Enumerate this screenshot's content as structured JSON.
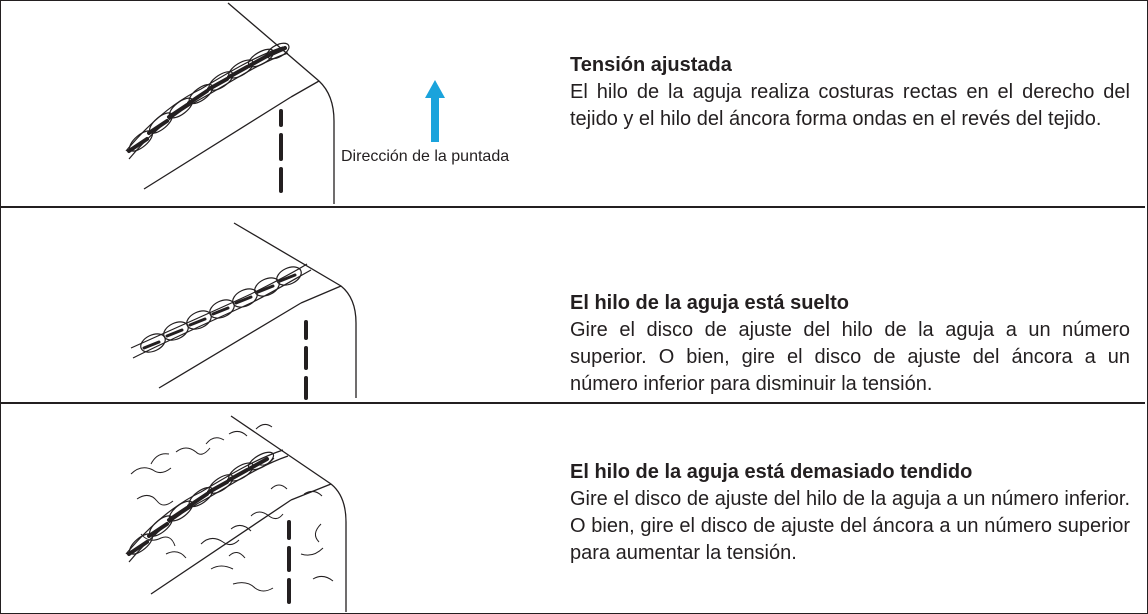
{
  "rows": [
    {
      "title": "Tensión ajustada",
      "body": "El hilo de la aguja realiza costuras rectas en el derecho del tejido y el hilo del áncora forma ondas en el revés del tejido."
    },
    {
      "title": "El hilo de la aguja está suelto",
      "body": "Gire el disco de ajuste del hilo de la aguja a un número superior. O bien, gire el disco de ajuste del áncora a un número inferior para disminuir la tensión."
    },
    {
      "title": "El hilo de la aguja está demasiado tendido",
      "body": "Gire el disco de ajuste del hilo de la aguja a un número inferior. O bien, gire el disco de ajuste del áncora a un número superior para aumentar la tensión."
    }
  ],
  "direction_caption": "Dirección de la puntada",
  "colors": {
    "arrow": "#1aa3dc",
    "line": "#231f20"
  }
}
